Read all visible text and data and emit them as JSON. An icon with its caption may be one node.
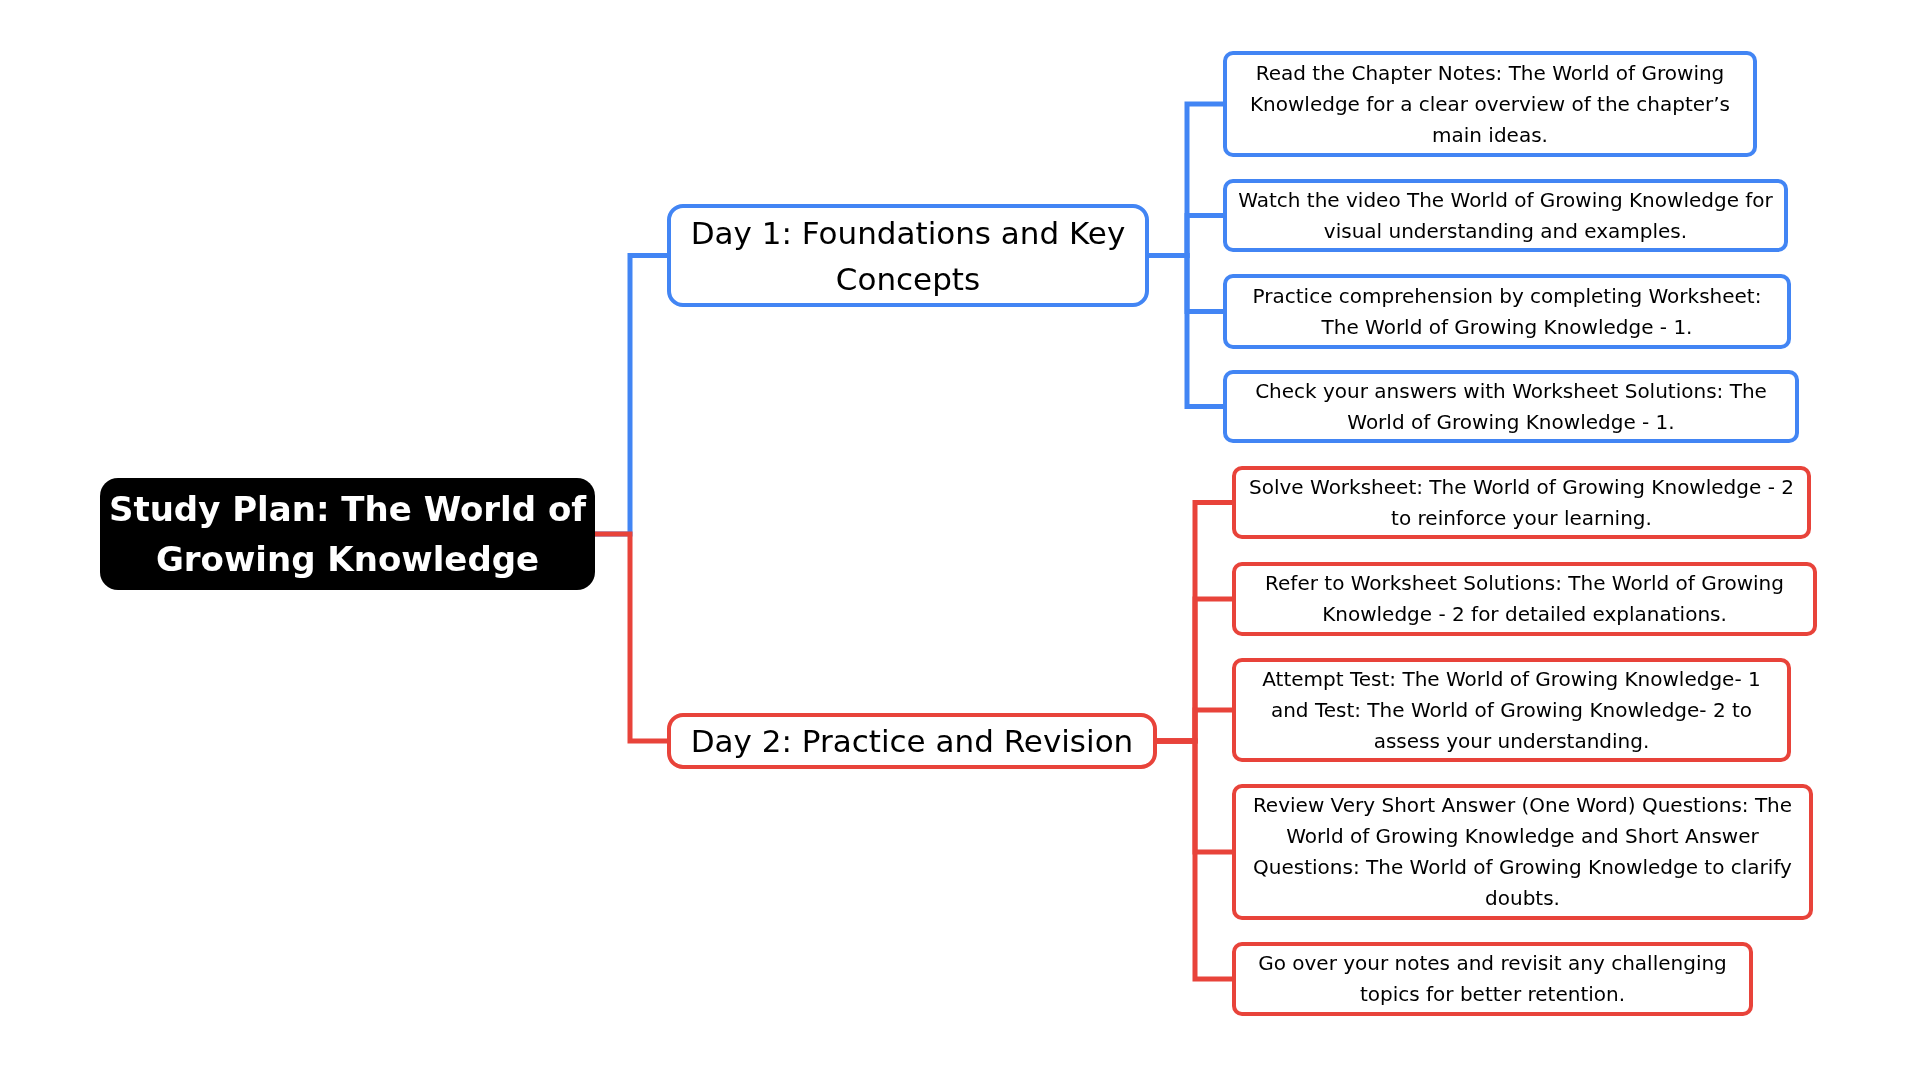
{
  "diagram": {
    "nodes": [
      {
        "text": [
          "Study Plan: The World of Growing Knowledge"
        ]
      },
      {
        "text": [
          "Day 1: Foundations and Key Concepts"
        ]
      },
      {
        "text": [
          "Read the Chapter Notes: The World of Growing Knowledge for a clear overview of the chapter’s main ideas."
        ]
      },
      {
        "text": [
          "Watch the video The World of Growing Knowledge for visual understanding and examples."
        ]
      },
      {
        "text": [
          "Practice comprehension by completing Worksheet: The World of Growing Knowledge - 1."
        ]
      },
      {
        "text": [
          "Check your answers with Worksheet Solutions: The World of Growing Knowledge - 1."
        ]
      },
      {
        "text": [
          "Day 2: Practice and Revision"
        ]
      },
      {
        "text": [
          "Solve Worksheet: The World of Growing Knowledge - 2 to reinforce your learning."
        ]
      },
      {
        "text": [
          "Refer to Worksheet Solutions: The World of Growing Knowledge - 2 for detailed explanations."
        ]
      },
      {
        "text": [
          "Attempt Test: The World of Growing Knowledge- 1 and Test: The World of Growing Knowledge- 2 to assess your understanding."
        ]
      },
      {
        "text": [
          "Review Very Short Answer (One Word) Questions: The World of Growing Knowledge and Short Answer Questions: The World of Growing Knowledge to clarify doubts."
        ]
      },
      {
        "text": [
          "Go over your notes and revisit any challenging topics for better retention."
        ]
      }
    ],
    "edges": [
      {
        "from": 0,
        "to": 1,
        "arrow": "none",
        "color": "#4285f4"
      },
      {
        "from": 1,
        "to": 2,
        "arrow": "none",
        "color": "#4285f4"
      },
      {
        "from": 1,
        "to": 3,
        "arrow": "none",
        "color": "#4285f4"
      },
      {
        "from": 1,
        "to": 4,
        "arrow": "none",
        "color": "#4285f4"
      },
      {
        "from": 1,
        "to": 5,
        "arrow": "none",
        "color": "#4285f4"
      },
      {
        "from": 0,
        "to": 6,
        "arrow": "none"
      },
      {
        "from": 6,
        "to": 7,
        "arrow": "none"
      },
      {
        "from": 6,
        "to": 8,
        "arrow": "none"
      },
      {
        "from": 6,
        "to": 9,
        "arrow": "none"
      },
      {
        "from": 6,
        "to": 10,
        "arrow": "none"
      },
      {
        "from": 6,
        "to": 11,
        "arrow": "none"
      }
    ]
  }
}
